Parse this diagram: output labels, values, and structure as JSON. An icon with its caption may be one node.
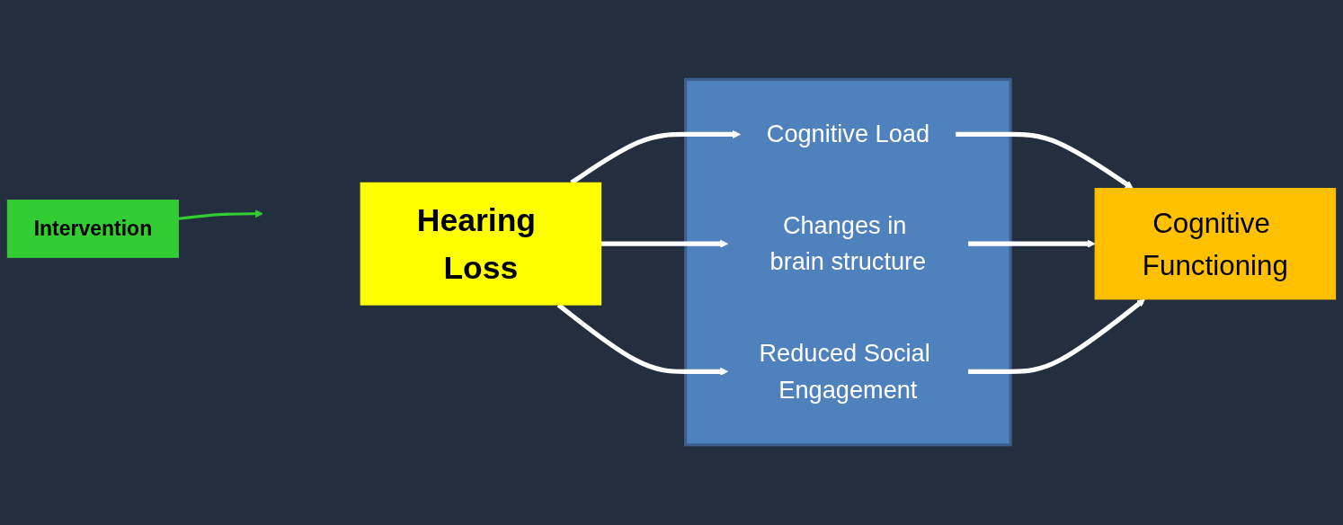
{
  "diagram": {
    "nodes": [
      {
        "text": [
          "Intervention"
        ]
      },
      {
        "text": [
          "Hearing Loss"
        ]
      },
      {
        "text": [],
        "shape": "box"
      },
      {
        "text": [
          "Cognitive Load"
        ],
        "in": 2
      },
      {
        "text": [
          "Changes in brain structure"
        ],
        "in": 2
      },
      {
        "text": [
          "Reduced Social Engagement"
        ],
        "in": 2
      },
      {
        "text": [
          "Cognitive Functioning"
        ]
      }
    ],
    "edges": [
      {
        "from": 0,
        "to": null,
        "arrow": "to",
        "color": "#33cc33"
      },
      {
        "from": 1,
        "to": 3,
        "arrow": "to"
      },
      {
        "from": 1,
        "to": 4,
        "arrow": "to"
      },
      {
        "from": 1,
        "to": 5,
        "arrow": "to"
      },
      {
        "from": 3,
        "to": 6,
        "arrow": "to"
      },
      {
        "from": 4,
        "to": 6,
        "arrow": "to"
      },
      {
        "from": 5,
        "to": 6,
        "arrow": "to"
      }
    ]
  }
}
